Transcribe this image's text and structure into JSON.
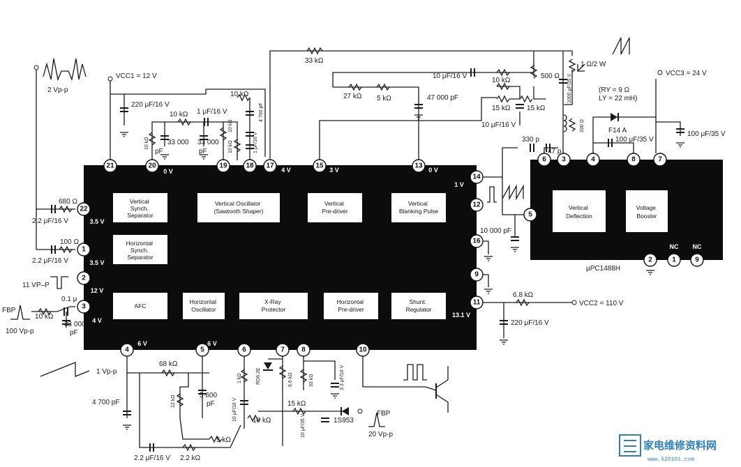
{
  "ic1": {
    "blocks": {
      "vsync": [
        "Vertical",
        "Synch.",
        "Separator"
      ],
      "vosc": [
        "Vertical Oscillator",
        "(Sawtooth Shaper)"
      ],
      "vpre": [
        "Vertical",
        "Pre-driver"
      ],
      "vblank": [
        "Vertical",
        "Blanking Pulse"
      ],
      "hsync": [
        "Horizontal",
        "Synch.",
        "Separator"
      ],
      "afc": [
        "AFC"
      ],
      "hosc": [
        "Horizontal",
        "Oscillator"
      ],
      "xray": [
        "X-Ray",
        "Protector"
      ],
      "hpre": [
        "Horizontal",
        "Pre-driver"
      ],
      "shunt": [
        "Shunt.",
        "Regulator"
      ]
    },
    "pins": [
      "21",
      "20",
      "19",
      "18",
      "17",
      "15",
      "13",
      "22",
      "1",
      "2",
      "3",
      "14",
      "12",
      "16",
      "9",
      "11",
      "4",
      "5",
      "6",
      "7",
      "8",
      "10"
    ],
    "voltages": {
      "p20": "0 V",
      "p17": "4 V",
      "p15": "3 V",
      "p13": "0 V",
      "p22": "3.5 V",
      "p1": "3.5 V",
      "p2": "12 V",
      "p3": "4 V",
      "p14": "1 V",
      "p11": "13.1 V",
      "p4": "6 V",
      "p5": "6 V"
    }
  },
  "ic2": {
    "name": "μPC1488H",
    "blocks": {
      "vdef": [
        "Vertical",
        "Deflection"
      ],
      "vboost": [
        "Voltage",
        "Booster"
      ]
    },
    "pins": [
      "6",
      "3",
      "4",
      "8",
      "7",
      "5",
      "2",
      "1",
      "9"
    ],
    "nc": "NC"
  },
  "supplies": {
    "vcc1": "VCC1 = 12 V",
    "vcc2": "VCC2 = 110 V",
    "vcc3": "VCC3 = 24 V"
  },
  "components": {
    "r33k_top": "33 kΩ",
    "c10u16_a": "10 μF/16 V",
    "r500": "500 Ω",
    "r10k_a": "10 kΩ",
    "c1000u35": "1000 μF/35 V",
    "r1ohm": "1 Ω/2 W",
    "ry": "(RY = 9 Ω",
    "ly": "LY = 22 mH)",
    "r27k": "27 kΩ",
    "r5k_a": "5 kΩ",
    "c47000": "47 000 pF",
    "r15k_a": "15 kΩ",
    "r15k_b": "15 kΩ",
    "c10u16_b": "10 μF/16 V",
    "r330": "330 Ω",
    "d_f14a": "F14 A",
    "c100u35_a": "100 μF/35 V",
    "c100u35_b": "100 μF/35 V",
    "c330p": "330 p",
    "c47p": "47 p",
    "c220u16": "220 μF/16 V",
    "r10k_b": "10 kΩ",
    "c1u16": "1 μF/16 V",
    "c4700p_a": "4 700 pF",
    "r10k_c": "10 kΩ",
    "r10k_d": "10 kΩ",
    "c33000_a": "33 000",
    "c33000_b": "33 000",
    "pf_a": "pF",
    "pf_b": "pF",
    "r10k_e": "10 kΩ",
    "r10k_f": "10 kΩ",
    "c1u16_v": "1 μF/16 V",
    "c680": "680 Ω",
    "c22u_a": "2.2 μF/16 V",
    "r100": "100 Ω",
    "c22u_b": "2.2 μF/16 V",
    "in_pulse": "11 VP–P",
    "fbp_in": "FBP",
    "c01u": "0.1 μ",
    "r10k_g": "10 kΩ",
    "c33000_c": "33 000",
    "pf_c": "pF",
    "fbp_amp": "100 Vp-p",
    "c10000p": "10 000 pF",
    "r68k_a": "6.8 kΩ",
    "c220u16_b": "220 μF/16 V",
    "saw_amp": "1 Vp-p",
    "r68k_b": "68 kΩ",
    "c4700p_b": "4 700 pF",
    "r12k": "12 kΩ",
    "c5600": "5 600",
    "pf_d": "pF",
    "r5k_b": "5 kΩ",
    "c22u_c": "2.2 μF/16 V",
    "r22k": "2.2 kΩ",
    "c10u16_c": "10 μF/16 V",
    "r1k": "1 kΩ",
    "d_rd62e": "RD6.2E",
    "r66k": "6.6 kΩ",
    "r33k_b": "33 kΩ",
    "c33u16": "3.3 μF/16 V",
    "r10k_h": "10 kΩ",
    "r15k_c": "15 kΩ",
    "c10u35": "10 μF/35 V",
    "d_1s953": "1S953",
    "fbp_out": "FBP",
    "fbp_out_amp": "20 Vp-p",
    "wave_vpp": "2 Vp-p"
  },
  "watermark": {
    "title": "家电维修资料网",
    "url": "www.520101.com"
  }
}
